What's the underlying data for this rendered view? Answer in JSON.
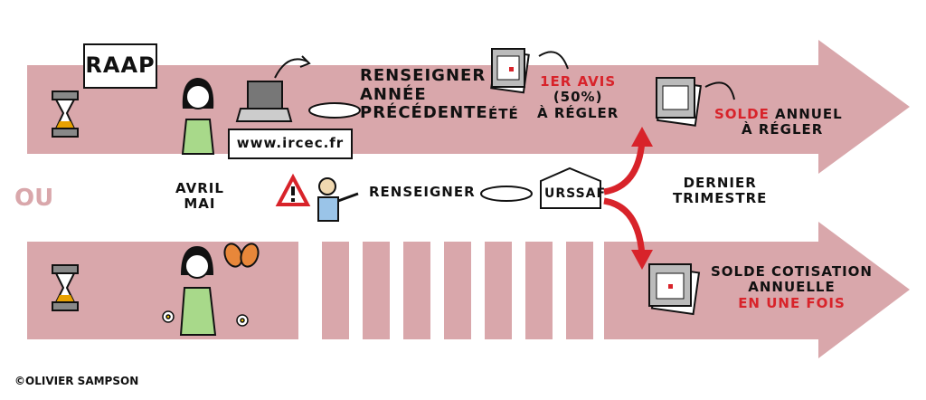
{
  "colors": {
    "band": "#d9a7ab",
    "accent_red": "#d8232a",
    "ink": "#111111",
    "plant_green": "#a8d98a"
  },
  "top_row": {
    "raap_label": "RAAP",
    "website": "www.ircec.fr",
    "step1": [
      "RENSEIGNER",
      "ANNÉE",
      "PRÉCÉDENTE"
    ],
    "ete_label": "ÉTÉ",
    "avis_line1": "1ER AVIS",
    "avis_line2": "(50%)",
    "avis_line3": "À RÉGLER",
    "solde_word": "SOLDE",
    "solde_rest": " ANNUEL",
    "solde_line2": "À RÉGLER"
  },
  "middle": {
    "ou_label": "OU",
    "period": [
      "AVRIL",
      "MAI"
    ],
    "renseigner": "RENSEIGNER",
    "urssaf": "URSSAF",
    "trimestre": [
      "DERNIER",
      "TRIMESTRE"
    ]
  },
  "bottom_row": {
    "line1": "SOLDE COTISATION",
    "line2": "ANNUELLE",
    "line3": "EN UNE FOIS"
  },
  "credit": "©OLIVIER SAMPSON",
  "icons": [
    "hourglass-icon",
    "laptop-icon",
    "calendar-icon",
    "warning-icon",
    "house-icon",
    "butterfly-icon",
    "flower-icon"
  ]
}
